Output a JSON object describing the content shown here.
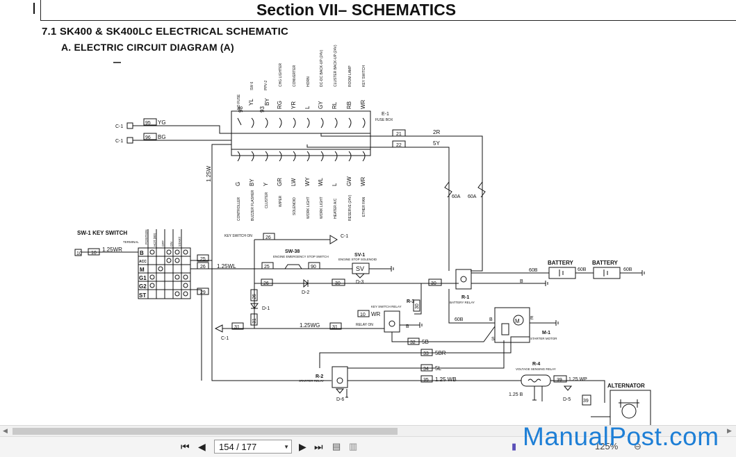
{
  "document": {
    "title": "Section VII– SCHEMATICS",
    "subtitle": "7.1 SK400 & SK400LC ELECTRICAL  SCHEMATIC",
    "section": "A. ELECTRIC CIRCUIT DIAGRAM (A)"
  },
  "schematic": {
    "fuse_box": "E-1",
    "fuse_box_label": "FUSE BOX",
    "top_labels": [
      "NO FUSE",
      "SW 6",
      "PPV-2",
      "CHG LIGHTER",
      "CONVERTER",
      "HORN",
      "DC-DC BACK-UP (24V)",
      "CLUSTER BACK-UP (24V)",
      "ROOM LAMP",
      "KEY SWITCH"
    ],
    "top_wires": [
      "98",
      "YL",
      "93",
      "BY",
      "RG",
      "YR",
      "L",
      "GY",
      "RL",
      "RB",
      "WR"
    ],
    "bottom_labels": [
      "CONTROLLER",
      "BUZZER FLASHER",
      "CLUSTER",
      "WIPER",
      "SOLENOID",
      "WORK LIGHT",
      "WORK LIGHT",
      "HEATER A/C",
      "RESERVE (24V)",
      "ETHER FAN"
    ],
    "bottom_wires": [
      "G",
      "BY",
      "Y",
      "GR",
      "LW",
      "WY",
      "WL",
      "L",
      "GW",
      "WR"
    ],
    "connectors": {
      "c1_top": "C-1",
      "c1_mid": "C-1",
      "c1_low": "C-1",
      "wire95": "95",
      "yg": "YG",
      "wire96": "96",
      "bg": "BG"
    },
    "wires": {
      "w21": "21",
      "w2r": "2R",
      "w22": "22",
      "w5y": "5Y",
      "w125w": "1.25W",
      "w60a1": "60A",
      "w60a2": "60A",
      "w10": "10",
      "w10b": "10",
      "w125wr": "1.25WR",
      "w25": "25",
      "w26": "26",
      "w26b": "26",
      "w26c": "26",
      "w26d": "26",
      "w125wl": "1.25WL",
      "w25b": "25",
      "w90": "90",
      "w30": "30",
      "w30b": "30",
      "w30c": "30",
      "w29": "29",
      "w31": "31",
      "w31b": "31",
      "w31c": "31",
      "w125wg": "1.25WG",
      "w32": "32",
      "w5b": "5B",
      "w33": "33",
      "w5br": "5BR",
      "w34": "34",
      "w5l": "5L",
      "w35": "35",
      "w125wb": "1.25 WB",
      "w39": "39",
      "w125wp": "1.25 WP",
      "w39b": "39",
      "w60b": "60B",
      "w60b2": "60B",
      "w60b3": "60B",
      "w60b4": "60B",
      "w125b": "1.25 B",
      "wr": "WR",
      "b": "B",
      "b2": "B"
    },
    "key_switch": {
      "label": "SW-1 KEY SWITCH",
      "rows": [
        "B",
        "ACC",
        "M",
        "G1",
        "G2",
        "ST"
      ],
      "cols": [
        "TERMINAL",
        "POSITION",
        "HOT (B0)",
        "OFF",
        "ON",
        "START"
      ],
      "terminal10": "10"
    },
    "components": {
      "key_switch_on": "KEY SWITCH ON",
      "c1a": "C-1",
      "sw38": "SW-38",
      "sw38_desc": "ENGINE EMERGENCY STOP SWITCH",
      "sv1": "SV-1",
      "sv1_desc": "ENGINE STOP SOLENOID",
      "sv": "SV",
      "d1": "D-1",
      "d2": "D-2",
      "d3": "D-3",
      "d5": "D-5",
      "d6": "D-6",
      "r1": "R-1",
      "r1_desc": "BATTERY RELAY",
      "r2": "R-2",
      "r2_desc": "STARTER RELAY",
      "r3": "R-3",
      "r3_desc": "KEY SWITCH RELAY",
      "r4": "R-4",
      "r4_desc": "VOLTAGE SENSING RELAY",
      "relay_on": "RELAY ON",
      "battery1": "BATTERY",
      "battery2": "BATTERY",
      "m1": "M-1",
      "m1_desc": "STARTER MOTOR",
      "alternator": "ALTERNATOR",
      "m": "M",
      "e": "E",
      "s": "S",
      "bterm": "B"
    }
  },
  "viewer": {
    "page_indicator": "154 / 177",
    "zoom": "125%",
    "watermark": "ManualPost.com"
  }
}
